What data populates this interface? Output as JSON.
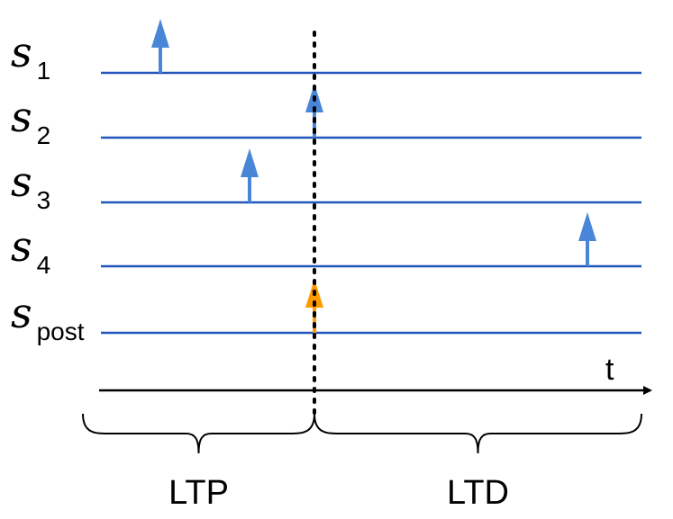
{
  "diagram": {
    "rows": [
      {
        "symbol": "s",
        "subscript": "1",
        "spike_time": 0.11
      },
      {
        "symbol": "s",
        "subscript": "2",
        "spike_time": 0.395
      },
      {
        "symbol": "s",
        "subscript": "3",
        "spike_time": 0.275
      },
      {
        "symbol": "s",
        "subscript": "4",
        "spike_time": 0.9
      },
      {
        "symbol": "s",
        "subscript": "post",
        "spike_time": 0.395,
        "postsynaptic": true
      }
    ],
    "time_axis_label": "t",
    "reference_time": 0.395,
    "regions": [
      {
        "label": "LTP"
      },
      {
        "label": "LTD"
      }
    ],
    "colors": {
      "line": "#2255bb",
      "pre_spike": "#4a86d8",
      "post_spike": "#ff9900",
      "axis": "#000000"
    }
  }
}
